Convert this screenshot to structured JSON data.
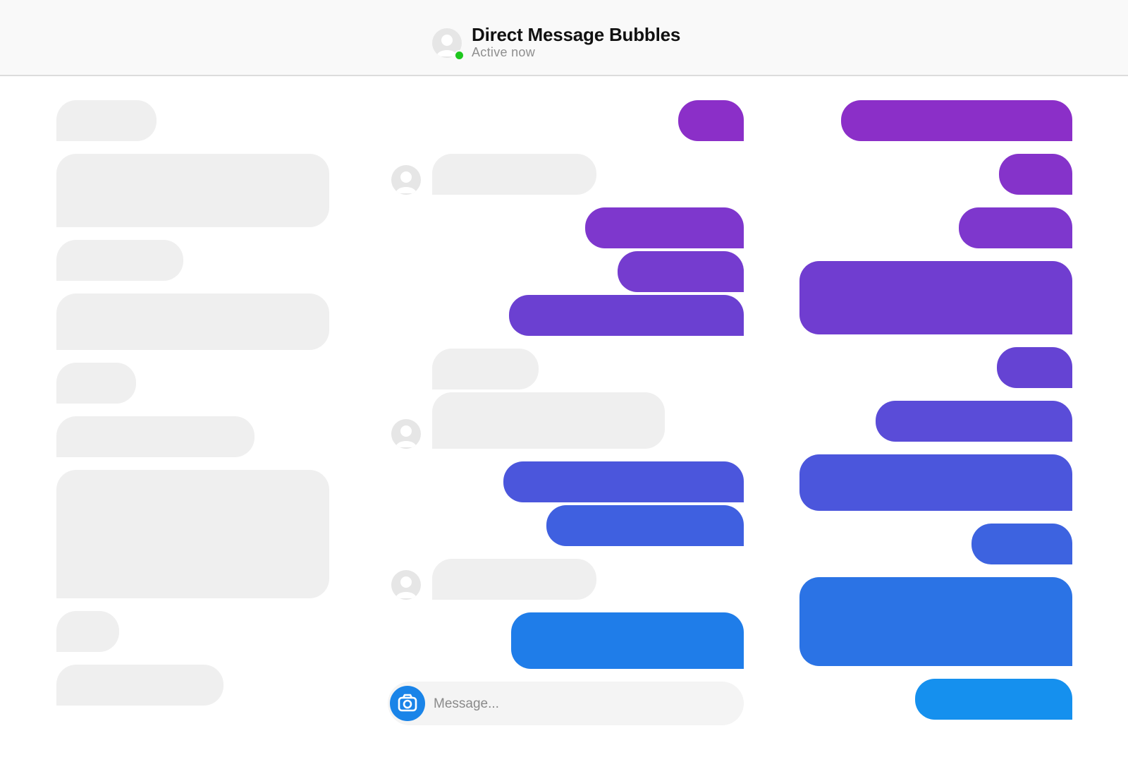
{
  "header": {
    "title": "Direct Message Bubbles",
    "status": "Active now",
    "avatar_icon": "user-avatar-icon",
    "status_color": "#1ec71e"
  },
  "composer": {
    "placeholder": "Message...",
    "camera_icon": "camera-icon",
    "camera_color": "#1a84e8"
  },
  "colors": {
    "received_bubble": "#efefef",
    "sent_gradient_top": "#8a2fc7",
    "sent_gradient_bottom": "#1590ee"
  }
}
